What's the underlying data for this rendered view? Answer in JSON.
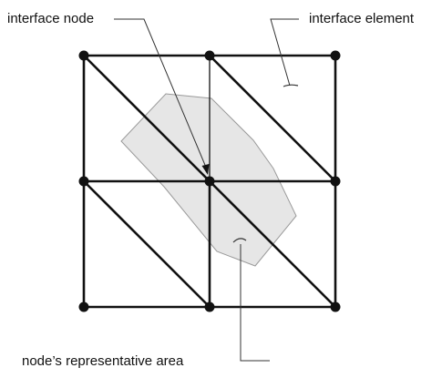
{
  "labels": {
    "interface_node": "interface node",
    "interface_element": "interface element",
    "representative_area": "node’s representative area"
  },
  "colors": {
    "line": "#111111",
    "area_fill": "#e6e6e6",
    "area_stroke": "#9a9a9a",
    "leader": "#333333"
  },
  "mesh": {
    "grid": "3x3 nodes",
    "triangulation": "diagonal from top-left to bottom-right in each cell"
  }
}
